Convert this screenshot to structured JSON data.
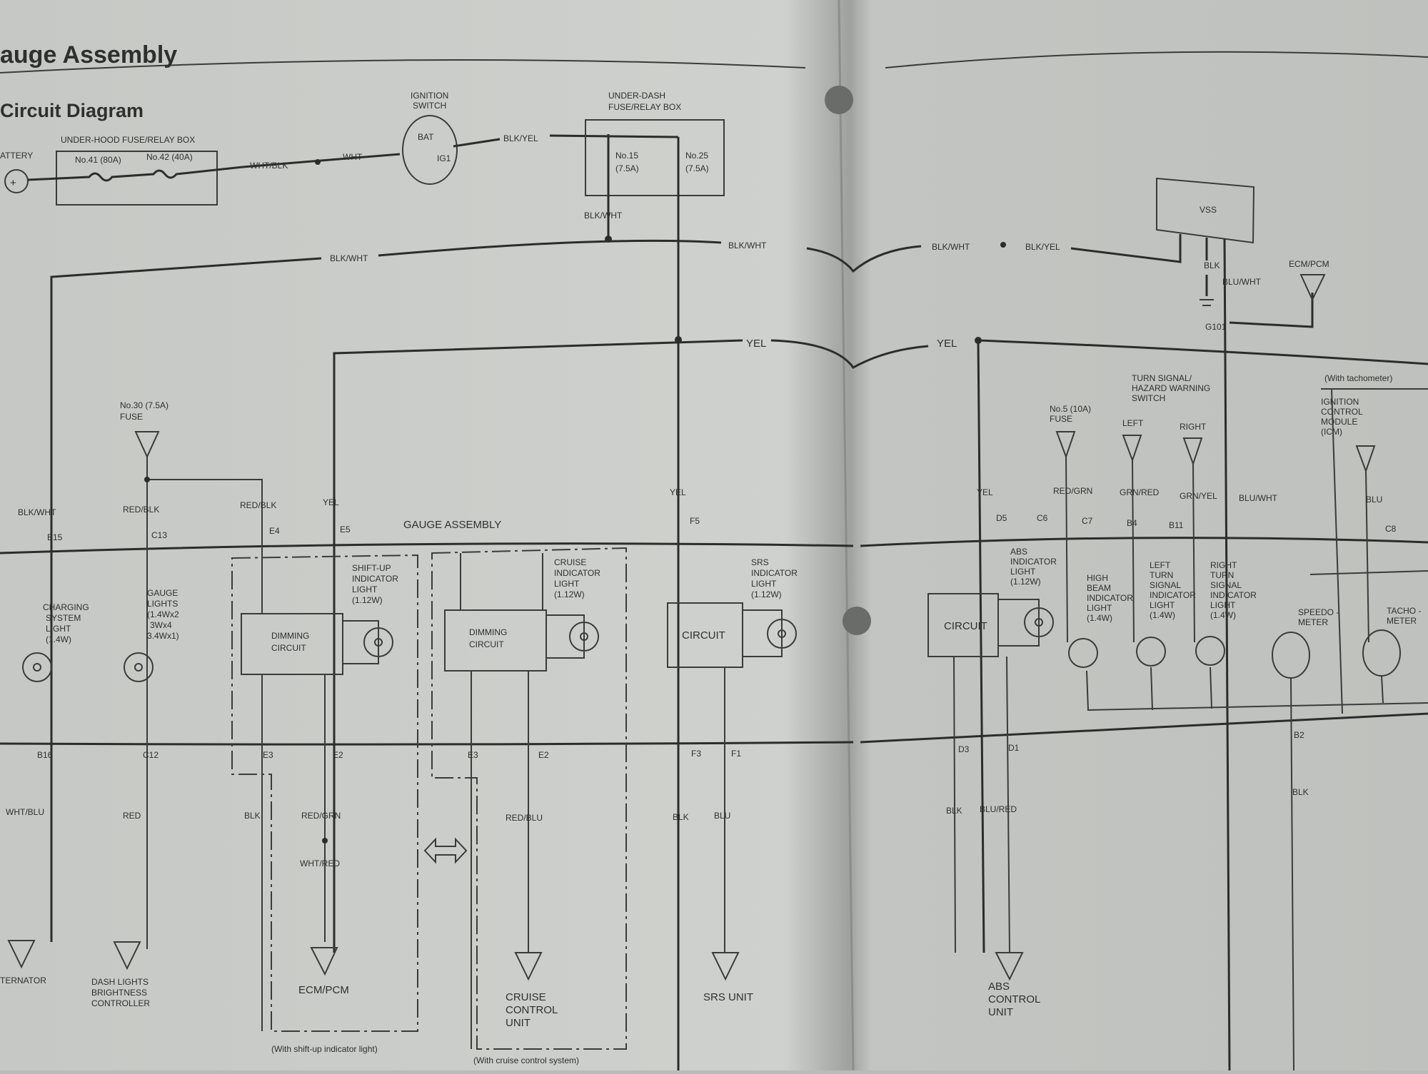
{
  "header": {
    "title": "auge Assembly",
    "section": "Circuit Diagram"
  },
  "top": {
    "battery": "ATTERY",
    "underhood_box": "UNDER-HOOD FUSE/RELAY BOX",
    "fuse41": "No.41 (80A)",
    "fuse42": "No.42 (40A)",
    "wht_blk": "WHT/BLK",
    "wht": "WHT",
    "ign_1": "IGNITION",
    "ign_2": "SWITCH",
    "bat": "BAT",
    "ig1": "IG1",
    "blk_yel": "BLK/YEL",
    "underdash_1": "UNDER-DASH",
    "underdash_2": "FUSE/RELAY BOX",
    "fuse15_a": "No.15",
    "fuse15_b": "(7.5A)",
    "fuse25_a": "No.25",
    "fuse25_b": "(7.5A)",
    "blk_wht_box": "BLK/WHT",
    "blk_wht_long": "BLK/WHT",
    "blk_wht_right": "BLK/WHT",
    "yel_main": "YEL"
  },
  "left": {
    "fuse30_1": "No.30 (7.5A)",
    "fuse30_2": "FUSE",
    "gauge_assembly": "GAUGE ASSEMBLY",
    "wires_top": [
      "BLK/WHT",
      "RED/BLK",
      "RED/BLK",
      "YEL",
      "YEL"
    ],
    "conn_top": [
      "B15",
      "C13",
      "E4",
      "E5",
      "F5"
    ],
    "charging": [
      "CHARGING",
      "SYSTEM",
      "LIGHT",
      "(1.4W)"
    ],
    "gauge_lights": [
      "GAUGE",
      "LIGHTS",
      "(1.4Wx2",
      "3Wx4",
      "3.4Wx1)"
    ],
    "shift_up": [
      "SHIFT-UP",
      "INDICATOR",
      "LIGHT",
      "(1.12W)"
    ],
    "cruise": [
      "CRUISE",
      "INDICATOR",
      "LIGHT",
      "(1.12W)"
    ],
    "srs": [
      "SRS",
      "INDICATOR",
      "LIGHT",
      "(1.12W)"
    ],
    "dimming1": [
      "DIMMING",
      "CIRCUIT"
    ],
    "dimming2": [
      "DIMMING",
      "CIRCUIT"
    ],
    "circuit": "CIRCUIT",
    "conn_bottom": [
      "B16",
      "C12",
      "E3",
      "E2",
      "E3",
      "E2",
      "F3",
      "F1"
    ],
    "wires_bottom": [
      "WHT/BLU",
      "RED",
      "BLK",
      "RED/GRN",
      "WHT/RED",
      "RED/BLU",
      "BLK",
      "BLU"
    ],
    "dest": {
      "alt": "TERNATOR",
      "dash": [
        "DASH LIGHTS",
        "BRIGHTNESS",
        "CONTROLLER"
      ],
      "ecm": "ECM/PCM",
      "cruise": [
        "CRUISE",
        "CONTROL",
        "UNIT"
      ],
      "srs": "SRS UNIT"
    },
    "note_shift": "(With shift-up indicator light)",
    "note_cruise": "(With cruise control system)"
  },
  "right": {
    "vss": "VSS",
    "blk_wht": "BLK/WHT",
    "blk_yel": "BLK/YEL",
    "blk": "BLK",
    "blu_wht": "BLU/WHT",
    "g101": "G101",
    "ecm": "ECM/PCM",
    "yel": "YEL",
    "turn_sw": [
      "TURN SIGNAL/",
      "HAZARD WARNING",
      "SWITCH"
    ],
    "fuse5": [
      "No.5 (10A)",
      "FUSE"
    ],
    "left": "LEFT",
    "right": "RIGHT",
    "with_tach": "(With tachometer)",
    "icm": [
      "IGNITION",
      "CONTROL",
      "MODULE",
      "(ICM)"
    ],
    "wires_top": [
      "YEL",
      "RED/GRN",
      "GRN/RED",
      "GRN/YEL",
      "BLU/WHT",
      "BLU"
    ],
    "conn_top": [
      "D5",
      "C6",
      "C7",
      "B4",
      "B11",
      "C8"
    ],
    "abs": [
      "ABS",
      "INDICATOR",
      "LIGHT",
      "(1.12W)"
    ],
    "circuit": "CIRCUIT",
    "high_beam": [
      "HIGH",
      "BEAM",
      "INDICATOR",
      "LIGHT",
      "(1.4W)"
    ],
    "left_turn": [
      "LEFT",
      "TURN",
      "SIGNAL",
      "INDICATOR",
      "LIGHT",
      "(1.4W)"
    ],
    "right_turn": [
      "RIGHT",
      "TURN",
      "SIGNAL",
      "INDICATOR",
      "LIGHT",
      "(1.4W)"
    ],
    "speedo": [
      "SPEEDO -",
      "METER"
    ],
    "tacho": [
      "TACHO -",
      "METER"
    ],
    "conn_bottom": [
      "D3",
      "D1",
      "B2"
    ],
    "wires_bottom": [
      "BLK",
      "BLU/RED",
      "BLK"
    ],
    "abs_unit": [
      "ABS",
      "CONTROL",
      "UNIT"
    ]
  }
}
